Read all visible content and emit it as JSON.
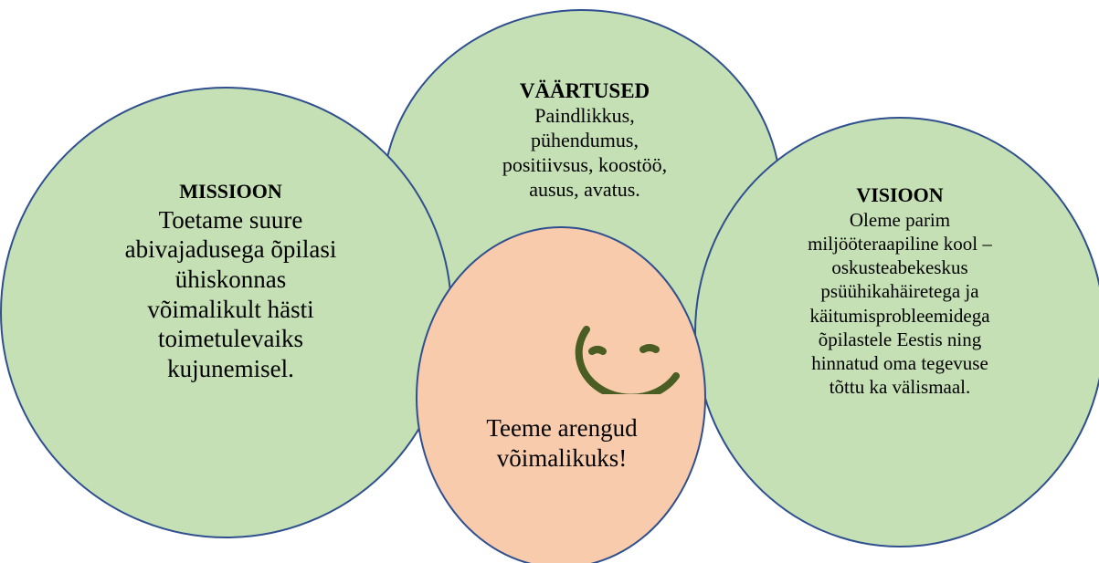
{
  "values": {
    "heading": "VÄÄRTUSED",
    "lines": [
      "Paindlikkus,",
      "pühendumus,",
      "positiivsus, koostöö,",
      "ausus, avatus."
    ]
  },
  "mission": {
    "heading": "MISSIOON",
    "lines": [
      "Toetame suure",
      "abivajadusega õpilasi",
      "ühiskonnas",
      "võimalikult hästi",
      "toimetulevaiks",
      "kujunemisel."
    ]
  },
  "vision": {
    "heading": "VISIOON",
    "lines": [
      "Oleme parim",
      "miljööteraapiline kool –",
      "oskusteabekeskus",
      "psüühikahäiretega ja",
      "käitumisprobleemidega",
      "õpilastele Eestis ning",
      "hinnatud oma tegevuse",
      "tõttu ka välismaal."
    ]
  },
  "center": {
    "icon": "smiley-icon",
    "lines": [
      "Teeme arengud",
      "võimalikuks!"
    ]
  },
  "colors": {
    "green_fill": "#c5e0b4",
    "peach_fill": "#f8cbad",
    "outline": "#2f4f8f",
    "smiley": "#4a5e23"
  }
}
